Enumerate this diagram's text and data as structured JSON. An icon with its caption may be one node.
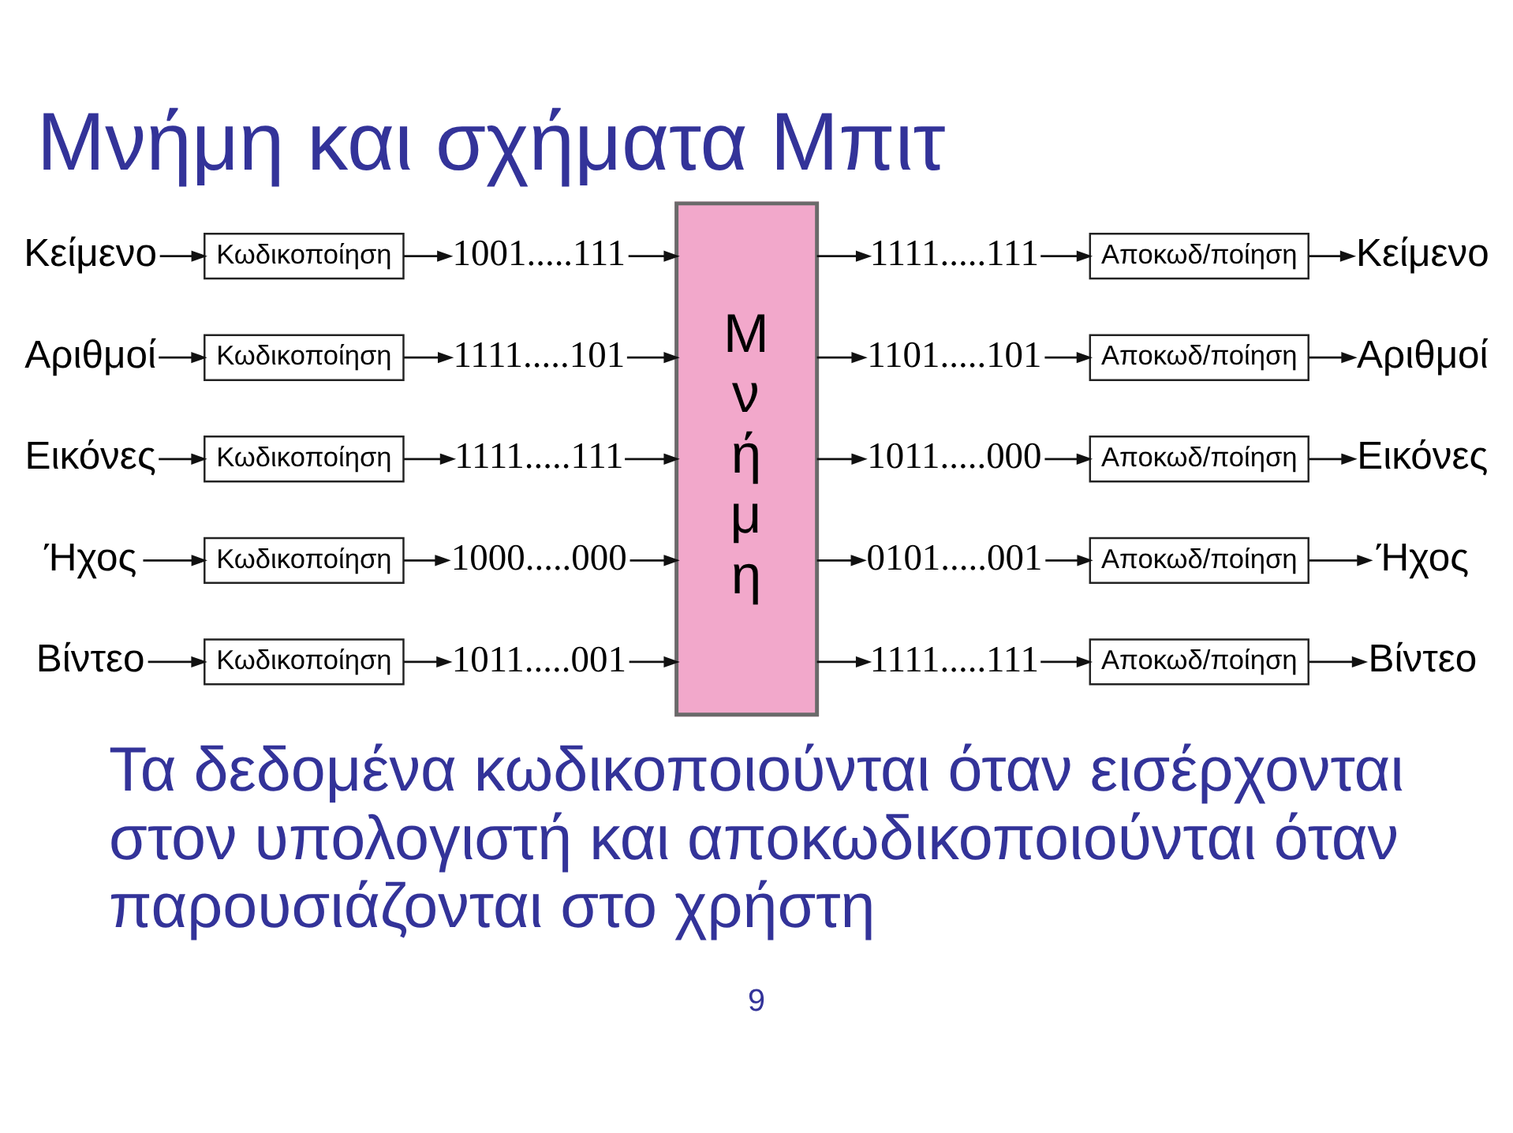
{
  "diagram": {
    "title": "Μνήμη και σχήματα Μπιτ",
    "nodes": [
      {
        "text": [
          "Κείμενο"
        ]
      },
      {
        "text": [
          "Κωδικοποίηση"
        ]
      },
      {
        "text": [
          "1001.....111"
        ]
      },
      {
        "text": [
          "Μ ν ή μ η"
        ]
      },
      {
        "text": [
          "1111.....111"
        ]
      },
      {
        "text": [
          "Αποκωδ/ποίηση"
        ]
      },
      {
        "text": [
          "Κείμενο"
        ]
      },
      {
        "text": [
          "Αριθμοί"
        ]
      },
      {
        "text": [
          "Κωδικοποίηση"
        ]
      },
      {
        "text": [
          "1111.....101"
        ]
      },
      {
        "text": [
          "1101.....101"
        ]
      },
      {
        "text": [
          "Αποκωδ/ποίηση"
        ]
      },
      {
        "text": [
          "Αριθμοί"
        ]
      },
      {
        "text": [
          "Εικόνες"
        ]
      },
      {
        "text": [
          "Κωδικοποίηση"
        ]
      },
      {
        "text": [
          "1111.....111"
        ]
      },
      {
        "text": [
          "1011.....000"
        ]
      },
      {
        "text": [
          "Αποκωδ/ποίηση"
        ]
      },
      {
        "text": [
          "Εικόνες"
        ]
      },
      {
        "text": [
          "Ήχος"
        ]
      },
      {
        "text": [
          "Κωδικοποίηση"
        ]
      },
      {
        "text": [
          "1000.....000"
        ]
      },
      {
        "text": [
          "0101.....001"
        ]
      },
      {
        "text": [
          "Αποκωδ/ποίηση"
        ]
      },
      {
        "text": [
          "Ήχος"
        ]
      },
      {
        "text": [
          "Βίντεο"
        ]
      },
      {
        "text": [
          "Κωδικοποίηση"
        ]
      },
      {
        "text": [
          "1011.....001"
        ]
      },
      {
        "text": [
          "1111.....111"
        ]
      },
      {
        "text": [
          "Αποκωδ/ποίηση"
        ]
      },
      {
        "text": [
          "Βίντεο"
        ]
      }
    ],
    "edges": [
      {
        "from": 0,
        "to": 1,
        "arrow": "to"
      },
      {
        "from": 1,
        "to": 2,
        "arrow": "to"
      },
      {
        "from": 2,
        "to": 3,
        "arrow": "to"
      },
      {
        "from": 3,
        "to": 4,
        "arrow": "to"
      },
      {
        "from": 4,
        "to": 5,
        "arrow": "to"
      },
      {
        "from": 5,
        "to": 6,
        "arrow": "to"
      },
      {
        "from": 7,
        "to": 8,
        "arrow": "to"
      },
      {
        "from": 8,
        "to": 9,
        "arrow": "to"
      },
      {
        "from": 9,
        "to": 3,
        "arrow": "to"
      },
      {
        "from": 3,
        "to": 10,
        "arrow": "to"
      },
      {
        "from": 10,
        "to": 11,
        "arrow": "to"
      },
      {
        "from": 11,
        "to": 12,
        "arrow": "to"
      },
      {
        "from": 13,
        "to": 14,
        "arrow": "to"
      },
      {
        "from": 14,
        "to": 15,
        "arrow": "to"
      },
      {
        "from": 15,
        "to": 3,
        "arrow": "to"
      },
      {
        "from": 3,
        "to": 16,
        "arrow": "to"
      },
      {
        "from": 16,
        "to": 17,
        "arrow": "to"
      },
      {
        "from": 17,
        "to": 18,
        "arrow": "to"
      },
      {
        "from": 19,
        "to": 20,
        "arrow": "to"
      },
      {
        "from": 20,
        "to": 21,
        "arrow": "to"
      },
      {
        "from": 21,
        "to": 3,
        "arrow": "to"
      },
      {
        "from": 3,
        "to": 22,
        "arrow": "to"
      },
      {
        "from": 22,
        "to": 23,
        "arrow": "to"
      },
      {
        "from": 23,
        "to": 24,
        "arrow": "to"
      },
      {
        "from": 25,
        "to": 26,
        "arrow": "to"
      },
      {
        "from": 26,
        "to": 27,
        "arrow": "to"
      },
      {
        "from": 27,
        "to": 3,
        "arrow": "to"
      },
      {
        "from": 3,
        "to": 28,
        "arrow": "to"
      },
      {
        "from": 28,
        "to": 29,
        "arrow": "to"
      },
      {
        "from": 29,
        "to": 30,
        "arrow": "to"
      }
    ],
    "labels": [
      "Τα δεδομένα κωδικοποιούνται όταν εισέρχονται στον υπολογιστή και αποκωδικοποιούνται όταν παρουσιάζονται στο χρήστη",
      "9"
    ]
  }
}
